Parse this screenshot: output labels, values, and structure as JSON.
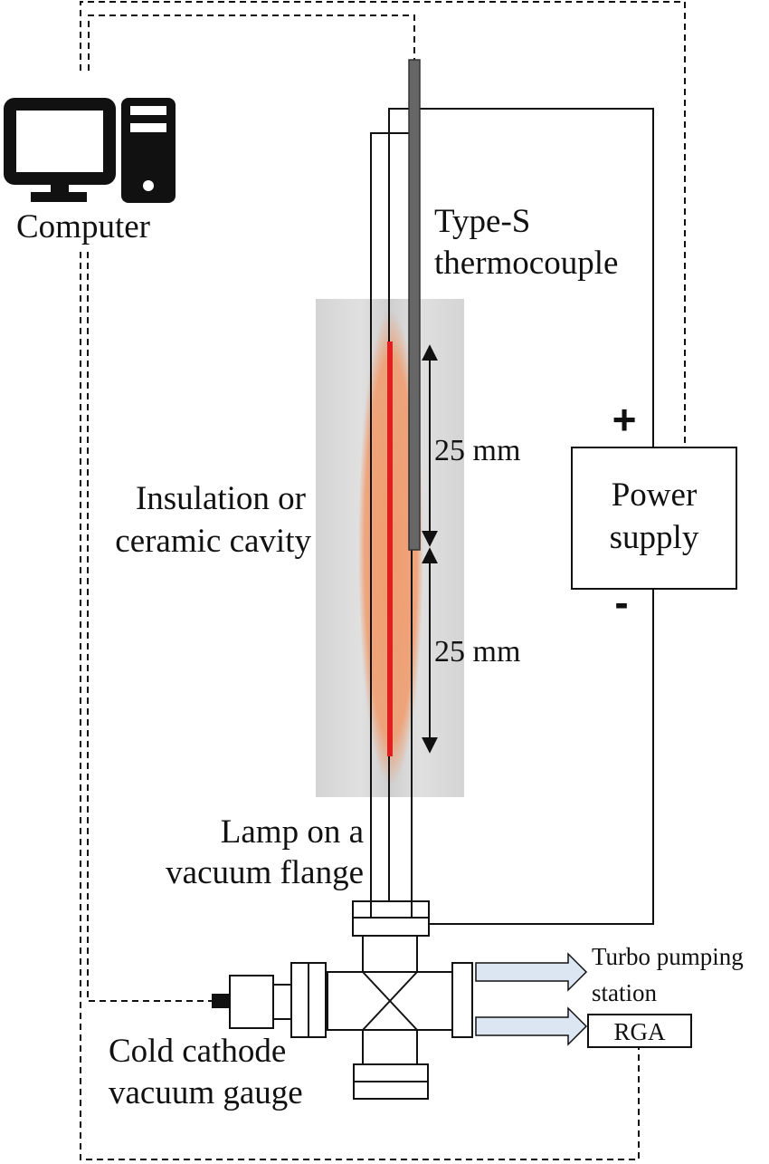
{
  "labels": {
    "computer": "Computer",
    "thermocouple_line1": "Type-S",
    "thermocouple_line2": "thermocouple",
    "dim_upper": "25 mm",
    "dim_lower": "25 mm",
    "insulation_line1": "Insulation or",
    "insulation_line2": "ceramic cavity",
    "power_supply_line1": "Power",
    "power_supply_line2": "supply",
    "plus": "+",
    "minus": "-",
    "lamp_line1": "Lamp on a",
    "lamp_line2": "vacuum flange",
    "turbo_line1": "Turbo pumping",
    "turbo_line2": "station",
    "rga": "RGA",
    "gauge_line1": "Cold cathode",
    "gauge_line2": "vacuum gauge"
  },
  "colors": {
    "ink": "#111111",
    "filament": "#e02020",
    "glow": "#f29a6a",
    "insulation": "#d9d9d9",
    "thermocouple": "#666666",
    "arrow_fill": "#dce6f2"
  }
}
